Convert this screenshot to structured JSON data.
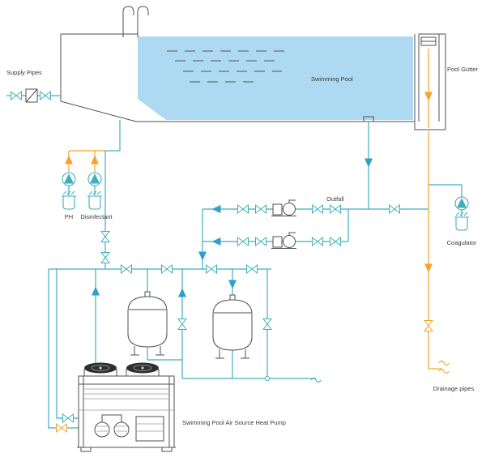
{
  "labels": {
    "supply_pipes": "Supply Pipes",
    "swimming_pool": "Swimming Pool",
    "pool_gutter": "Pool Gutter",
    "ph": "PH",
    "disinfectant": "Disinfectant",
    "outfall": "Outfall",
    "coagulator": "Coagulator",
    "drainage_pipes": "Drainage pipes",
    "heat_pump": "Swimming Pool Air Source Heat Pump"
  },
  "colors": {
    "pool_water": "#aed9f2",
    "pipe": "#3fafc0",
    "arrow_blue": "#2e9fcc",
    "orange": "#f5a52b",
    "outline": "#4f4f4f",
    "text": "#3a3a3a",
    "fan_dark": "#2e2e2e"
  }
}
